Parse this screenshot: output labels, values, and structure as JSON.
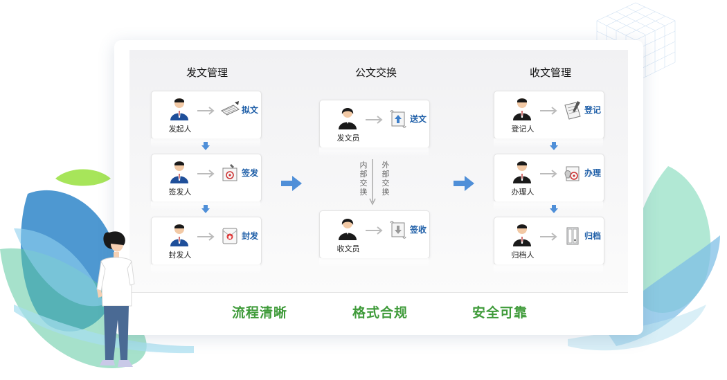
{
  "columns": {
    "send": {
      "title": "发文管理"
    },
    "exchange": {
      "title": "公文交换"
    },
    "receive": {
      "title": "收文管理"
    }
  },
  "send_steps": [
    {
      "person": "发起人",
      "action": "拟文",
      "icon": "draft-document-icon"
    },
    {
      "person": "签发人",
      "action": "签发",
      "icon": "seal-sign-icon"
    },
    {
      "person": "封发人",
      "action": "封发",
      "icon": "sealed-envelope-icon"
    }
  ],
  "exchange_steps": [
    {
      "person": "发文员",
      "action": "送文",
      "icon": "scroll-upload-icon"
    },
    {
      "person": "收文员",
      "action": "签收",
      "icon": "scroll-download-icon"
    }
  ],
  "exchange_labels": {
    "internal": "内部交换",
    "external": "外部交换"
  },
  "receive_steps": [
    {
      "person": "登记人",
      "action": "登记",
      "icon": "clipboard-register-icon"
    },
    {
      "person": "办理人",
      "action": "办理",
      "icon": "process-stamp-icon"
    },
    {
      "person": "归档人",
      "action": "归档",
      "icon": "archive-binder-icon"
    }
  ],
  "footer": {
    "item1": "流程清晰",
    "item2": "格式合规",
    "item3": "安全可靠"
  },
  "colors": {
    "accent_green": "#3f9b3a",
    "action_blue": "#1f5fa8",
    "flow_arrow_blue": "#4f8fd8",
    "leaf_blue": "#2f86c9",
    "leaf_green": "#5cc9a0"
  }
}
